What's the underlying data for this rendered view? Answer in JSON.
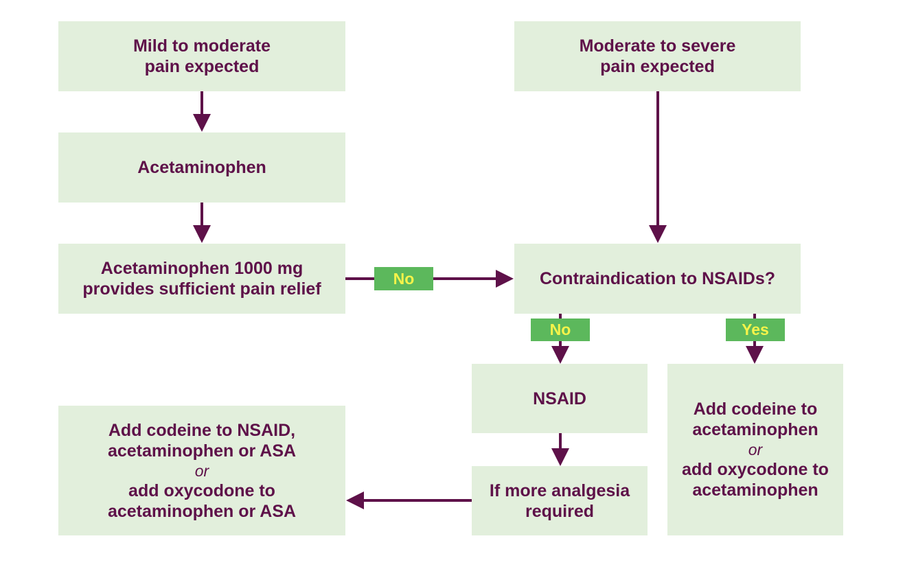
{
  "colors": {
    "box_fill": "#e2efdc",
    "text": "#5e1149",
    "arrow": "#5e1149",
    "badge_fill": "#5cb85c",
    "badge_text": "#f5f34a"
  },
  "nodes": {
    "mild_pain": {
      "line1": "Mild to moderate",
      "line2": "pain expected"
    },
    "severe_pain": {
      "line1": "Moderate to severe",
      "line2": "pain expected"
    },
    "acetaminophen": {
      "line1": "Acetaminophen"
    },
    "acetaminophen_1000": {
      "line1": "Acetaminophen 1000 mg",
      "line2": "provides sufficient pain relief"
    },
    "contraindication": {
      "line1": "Contraindication to NSAIDs?"
    },
    "nsaid": {
      "line1": "NSAID"
    },
    "more_analgesia": {
      "line1": "If more analgesia",
      "line2": "required"
    },
    "add_codeine_nsaid": {
      "line1": "Add codeine to NSAID,",
      "line2": "acetaminophen or ASA",
      "or": "or",
      "line3": "add oxycodone to",
      "line4": "acetaminophen or ASA"
    },
    "add_codeine_acet": {
      "line1": "Add codeine to",
      "line2": "acetaminophen",
      "or": "or",
      "line3": "add oxycodone to",
      "line4": "acetaminophen"
    }
  },
  "labels": {
    "no_relief": "No",
    "no_contra": "No",
    "yes_contra": "Yes"
  }
}
